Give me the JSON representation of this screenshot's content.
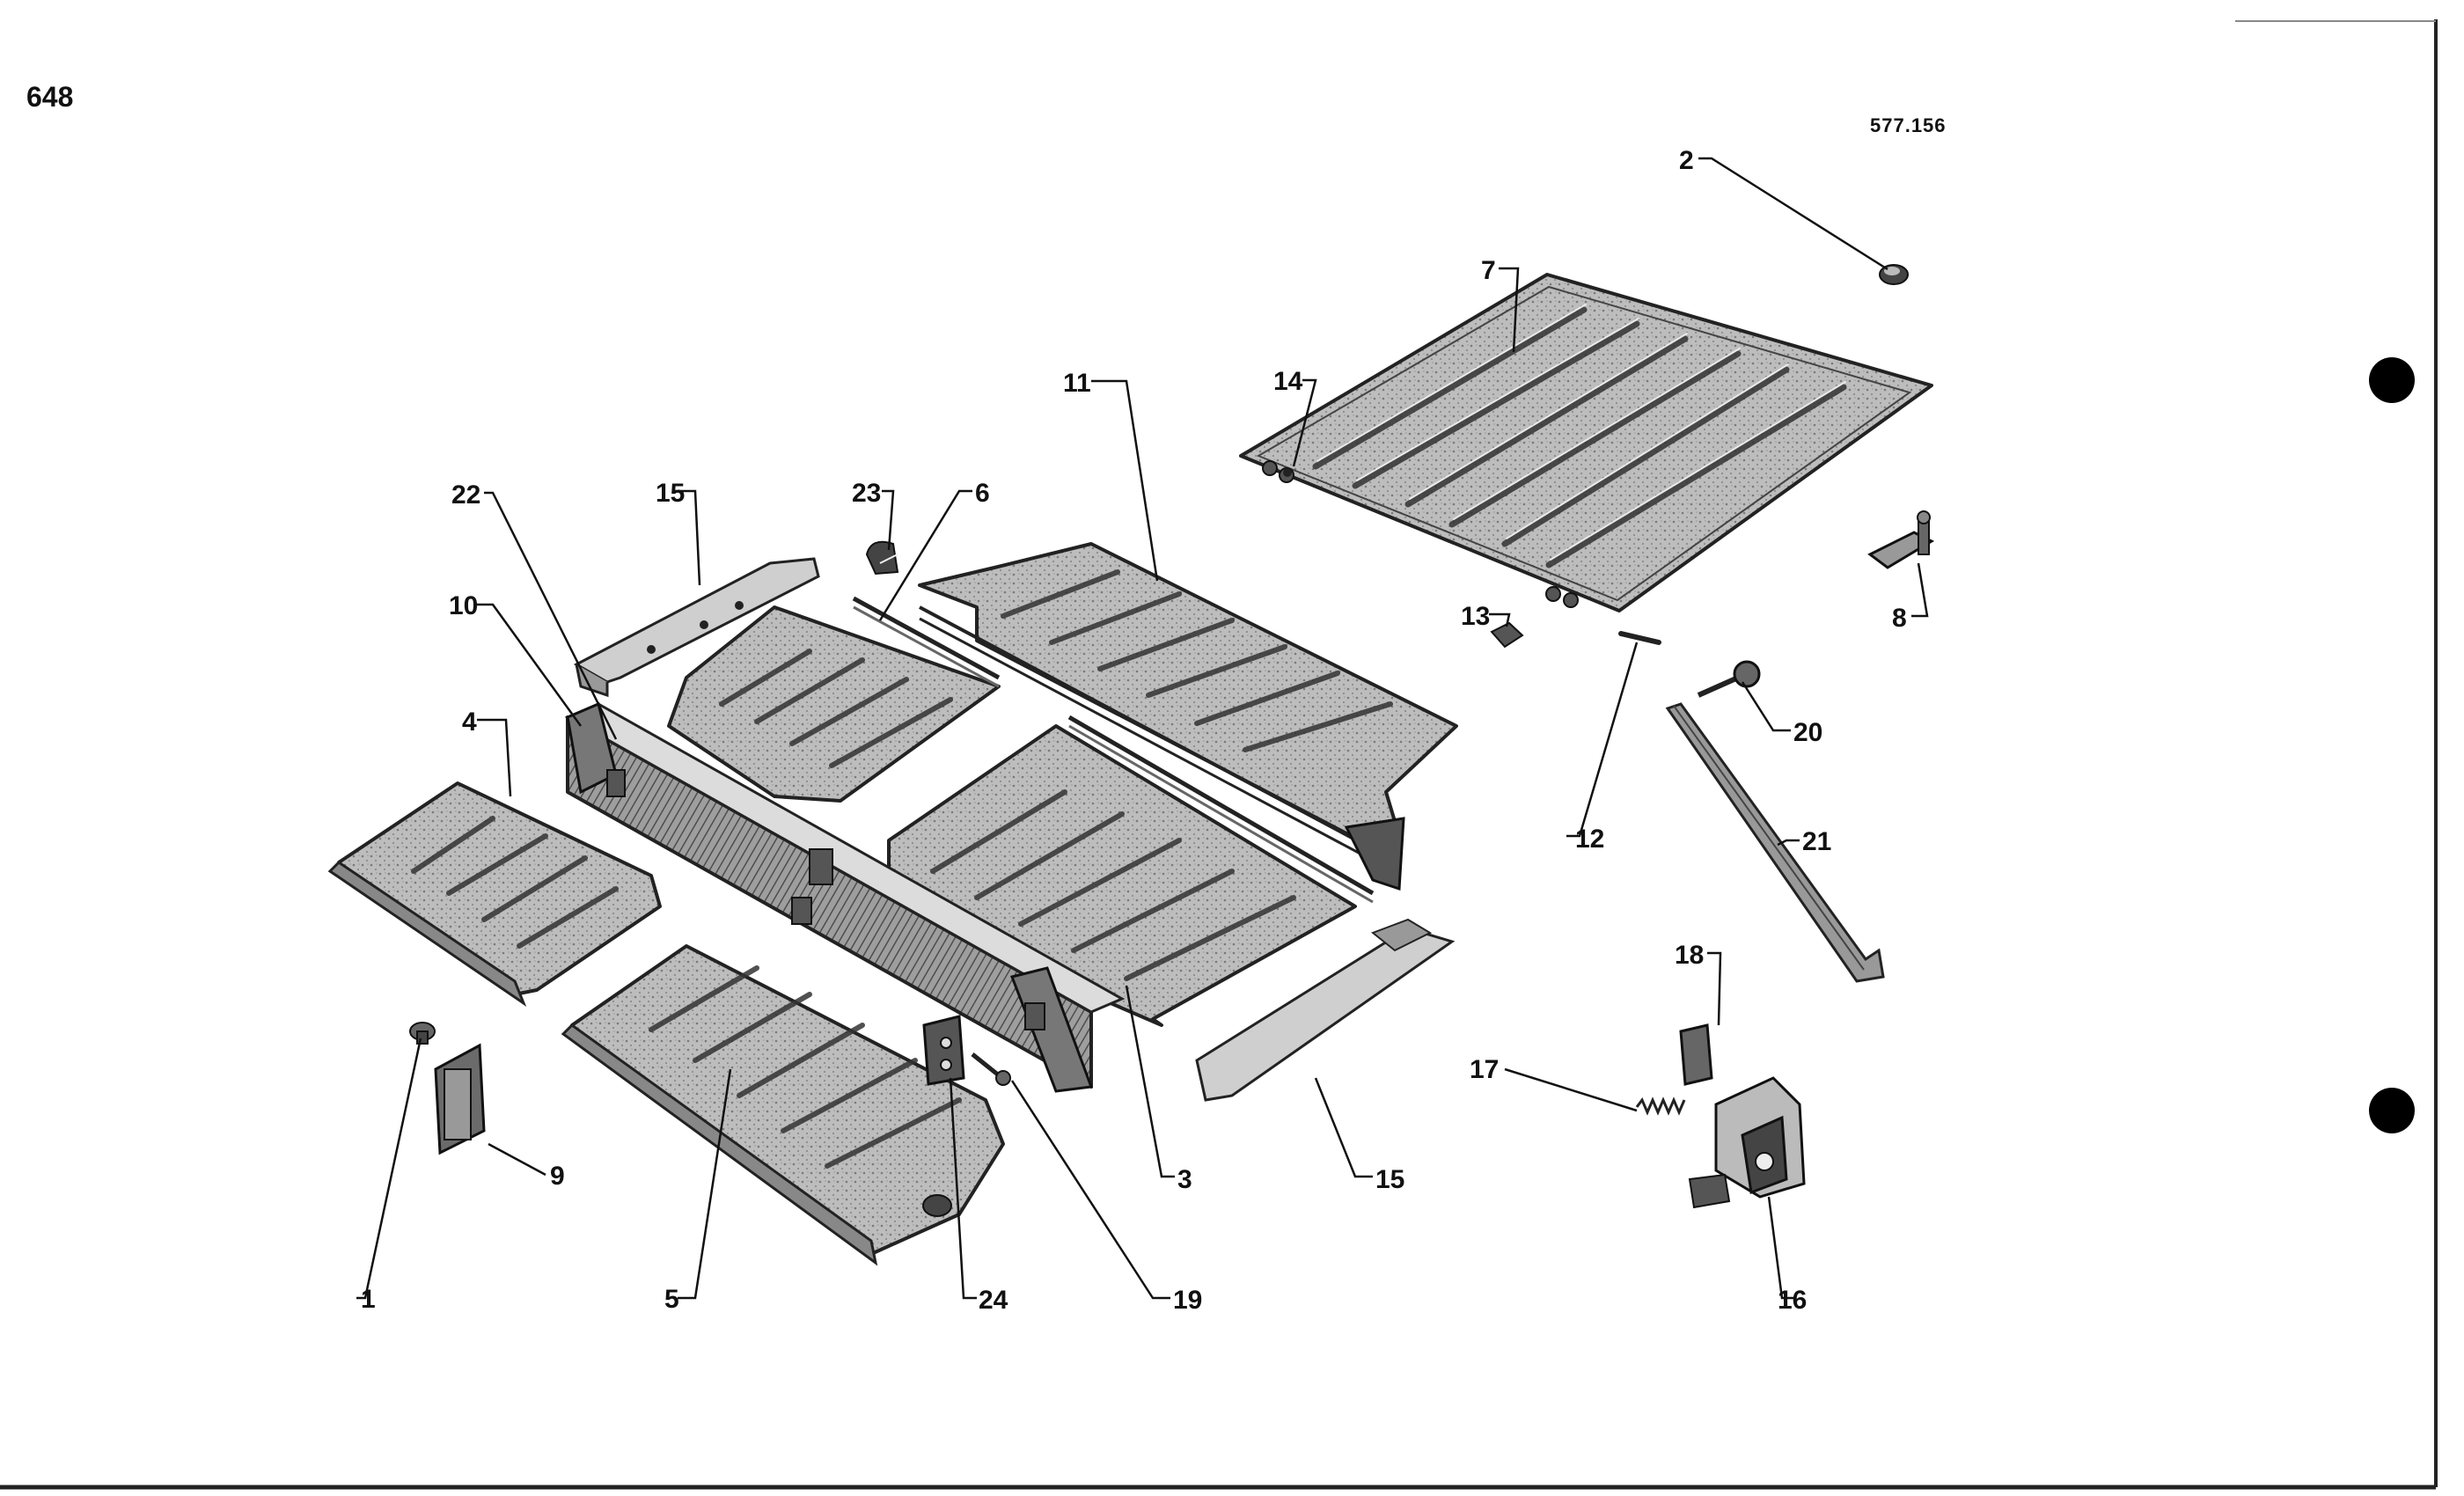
{
  "page_number": "648",
  "drawing_code": "577.156",
  "callouts": [
    "1",
    "2",
    "3",
    "4",
    "5",
    "6",
    "7",
    "8",
    "9",
    "10",
    "11",
    "12",
    "13",
    "14",
    "15",
    "15",
    "16",
    "17",
    "18",
    "19",
    "20",
    "21",
    "22",
    "23",
    "24"
  ]
}
